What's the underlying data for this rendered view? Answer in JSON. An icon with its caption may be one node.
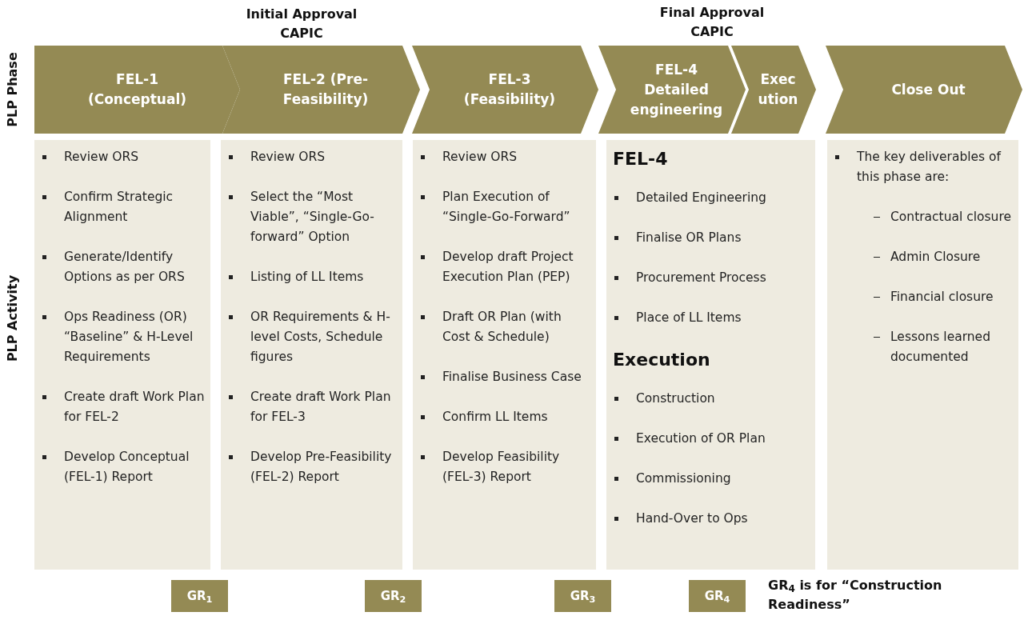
{
  "diagram": {
    "nodes": [
      {
        "text": [
          "FEL-1 (Conceptual)"
        ]
      },
      {
        "text": [
          "FEL-2 (Pre-Feasibility)"
        ]
      },
      {
        "text": [
          "FEL-3 (Feasibility)"
        ]
      },
      {
        "text": [
          "FEL-4 Detailed engineering"
        ]
      },
      {
        "text": [
          "Execution"
        ]
      },
      {
        "text": [
          "Close Out"
        ]
      },
      {
        "text": [
          "Review ORS",
          "Confirm Strategic Alignment",
          "Generate/Identify Options as per ORS",
          "Ops Readiness (OR) “Baseline” & H-Level Requirements",
          "Create draft Work Plan for FEL-2",
          "Develop Conceptual (FEL-1) Report"
        ]
      },
      {
        "text": [
          "Review ORS",
          "Select the “Most Viable”, “Single-Go-forward” Option",
          "Listing of LL Items",
          "OR Requirements & H-level Costs, Schedule figures",
          "Create draft Work Plan for FEL-3",
          "Develop Pre-Feasibility (FEL-2) Report"
        ]
      },
      {
        "text": [
          "Review ORS",
          "Plan Execution of “Single-Go-Forward”",
          "Develop draft Project Execution Plan (PEP)",
          "Draft OR Plan (with Cost & Schedule)",
          "Finalise Business Case",
          "Confirm LL Items",
          "Develop Feasibility (FEL-3) Report"
        ]
      },
      {
        "text": [
          "FEL-4",
          "Detailed Engineering",
          "Finalise OR Plans",
          "Procurement Process",
          "Place of LL Items",
          "Execution",
          "Construction",
          "Execution of OR Plan",
          "Commissioning",
          "Hand-Over to Ops"
        ]
      },
      {
        "text": [
          "The key deliverables of this phase are:",
          "Contractual closure",
          "Admin Closure",
          "Financial closure",
          "Lessons learned documented"
        ]
      },
      {
        "text": [
          "GR$_{1}$"
        ]
      },
      {
        "text": [
          "GR$_{2}$"
        ]
      },
      {
        "text": [
          "GR$_{3}$"
        ]
      },
      {
        "text": [
          "GR$_{4}$"
        ]
      }
    ],
    "labels": [
      "Initial Approval CAPIC",
      "Final Approval CAPIC",
      "PLP Phase",
      "PLP Activity",
      "GR$_{4}$ is for “Construction Readiness”"
    ]
  }
}
